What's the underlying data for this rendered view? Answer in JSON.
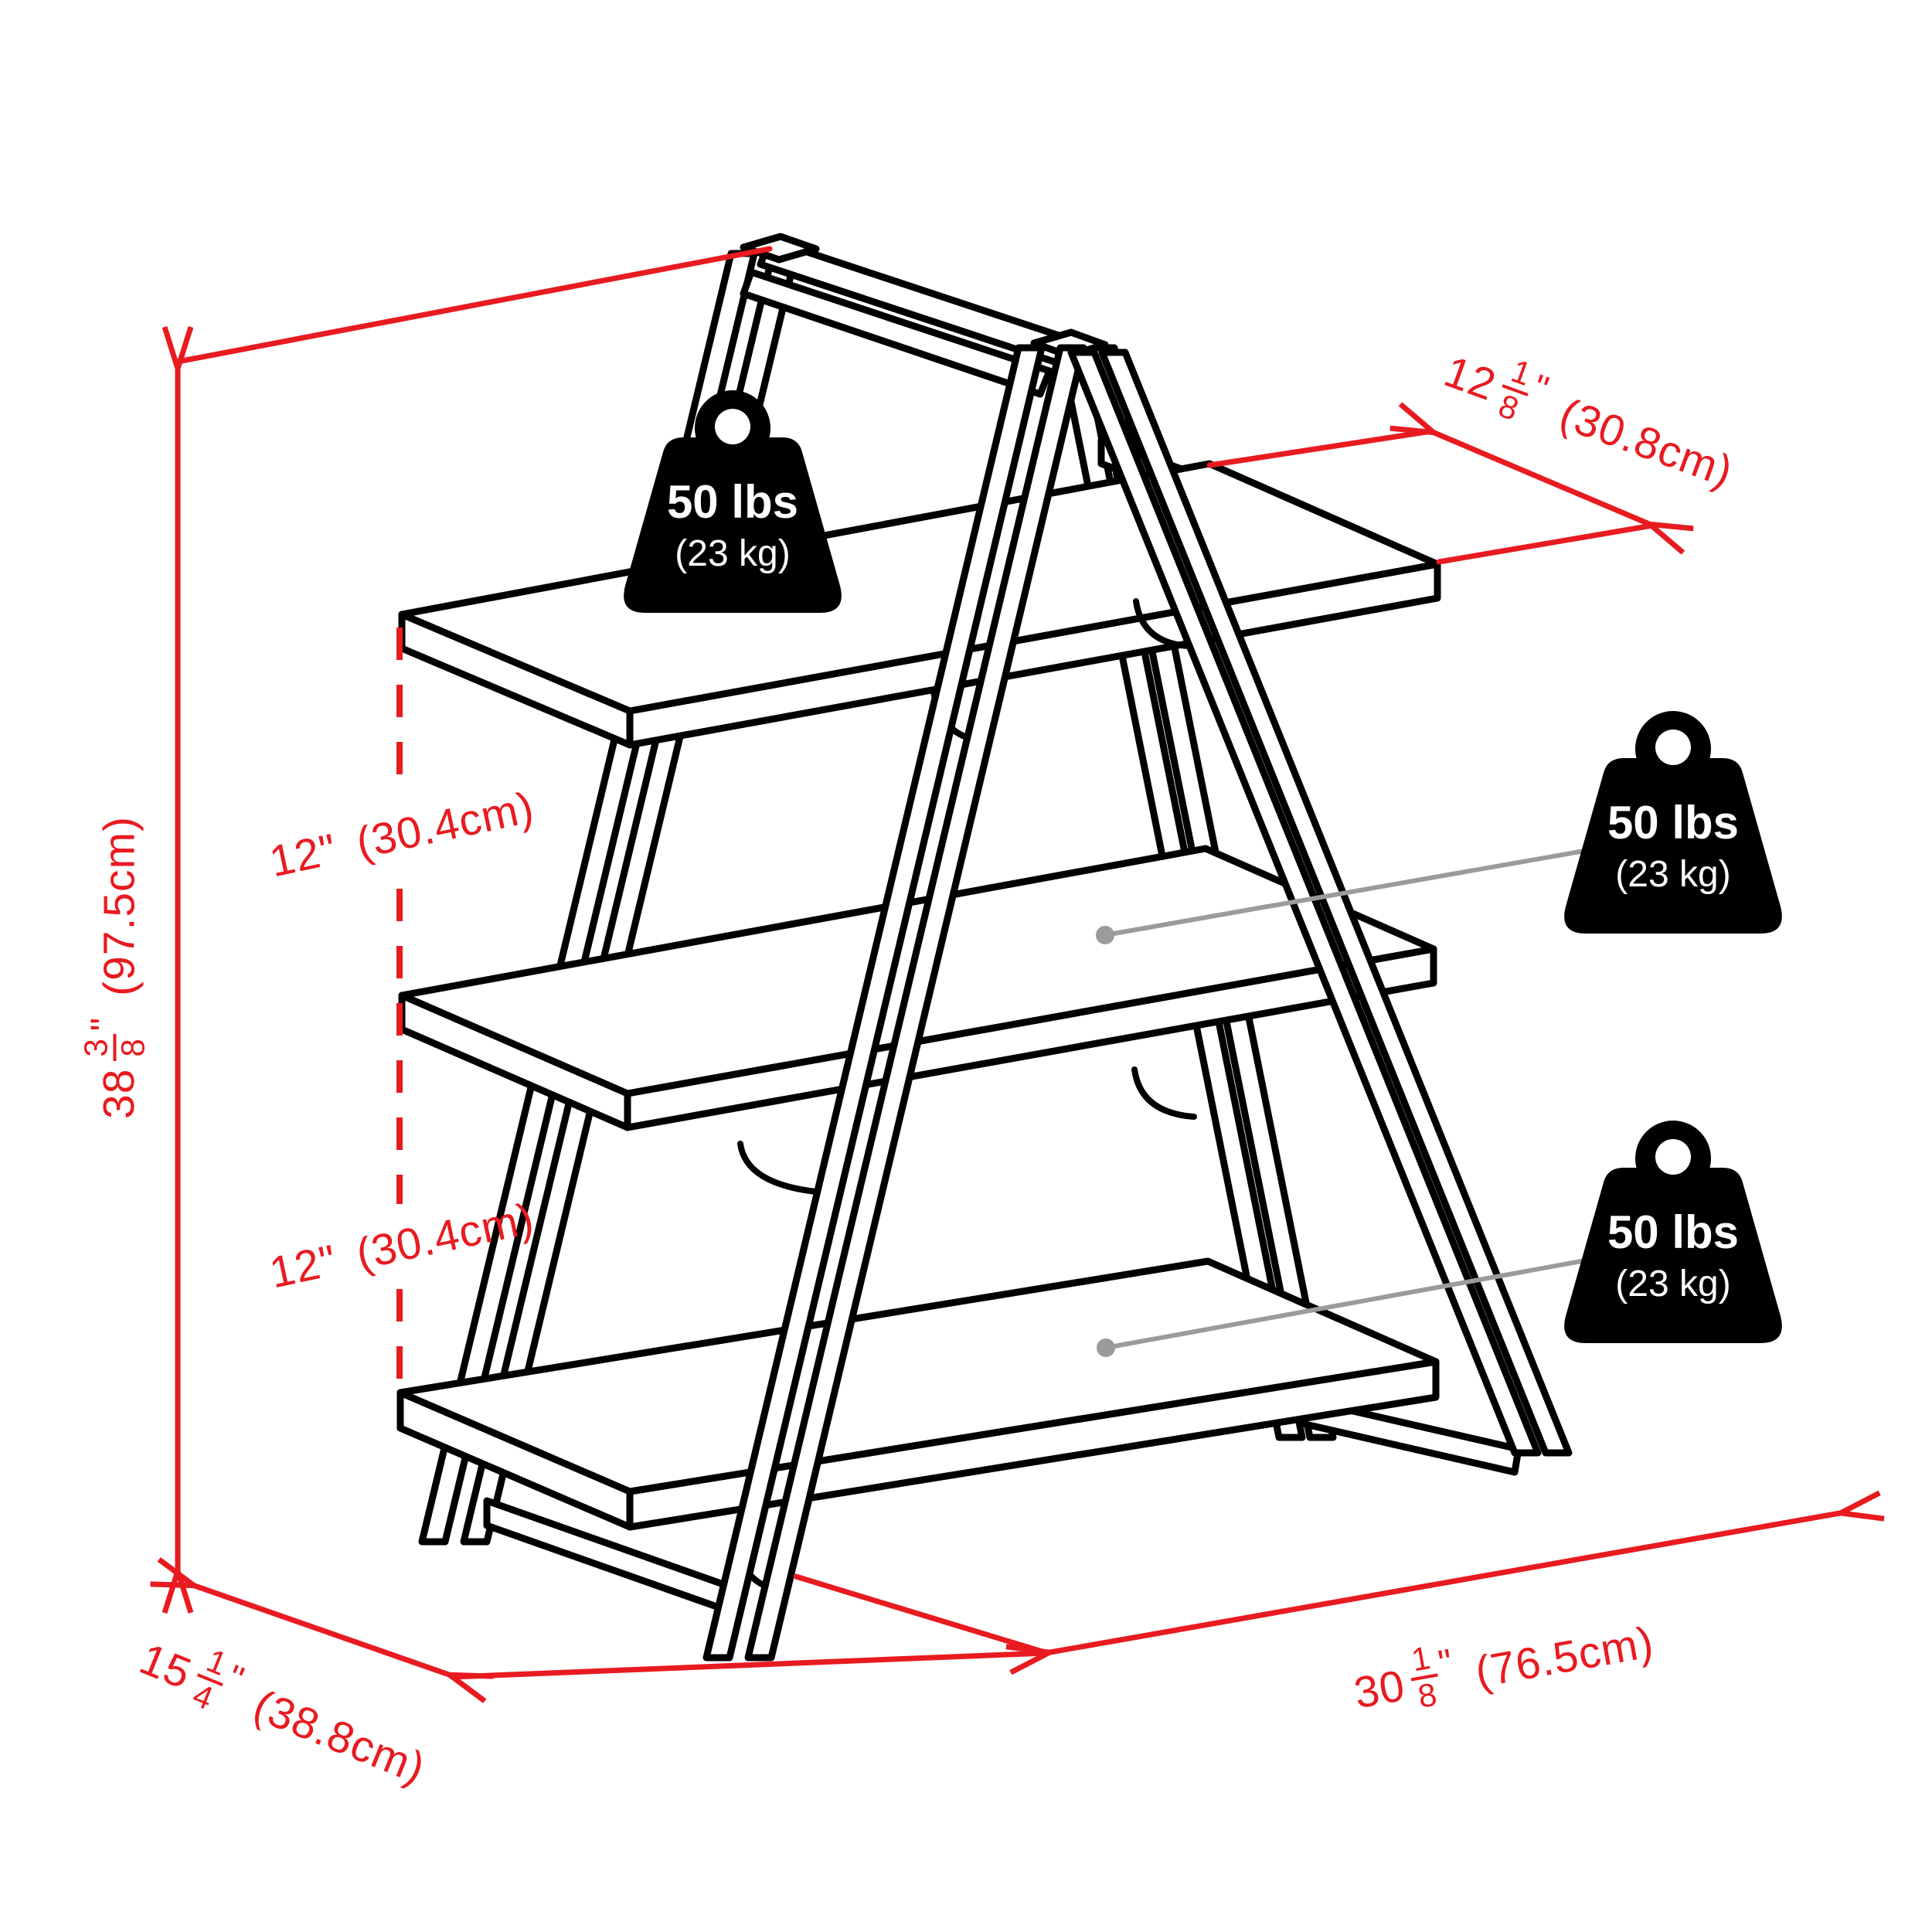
{
  "figure": {
    "background": "#ffffff",
    "line_color": "#000000",
    "dimension_color": "#e81b20",
    "leader_color": "#9b9b9b",
    "subject": "3-tier A-frame ladder shelf dimension diagram"
  },
  "dimensions": {
    "height": {
      "whole": "38",
      "num": "3",
      "den": "8",
      "unit": "\"",
      "metric": "(97.5cm)"
    },
    "top_shelf_depth": {
      "whole": "12",
      "num": "1",
      "den": "8",
      "unit": "\"",
      "metric": "(30.8cm)"
    },
    "width": {
      "whole": "30",
      "num": "1",
      "den": "8",
      "unit": "\"",
      "metric": "(76.5cm)"
    },
    "base_depth": {
      "whole": "15",
      "num": "1",
      "den": "4",
      "unit": "\"",
      "metric": "(38.8cm)"
    },
    "upper_shelf_gap": {
      "value": "12\"",
      "metric": "(30.4cm)"
    },
    "lower_shelf_gap": {
      "value": "12\"",
      "metric": "(30.4cm)"
    }
  },
  "weight_capacities": [
    {
      "pounds": "50 lbs",
      "kilograms": "(23 kg)"
    },
    {
      "pounds": "50 lbs",
      "kilograms": "(23 kg)"
    },
    {
      "pounds": "50 lbs",
      "kilograms": "(23 kg)"
    }
  ]
}
